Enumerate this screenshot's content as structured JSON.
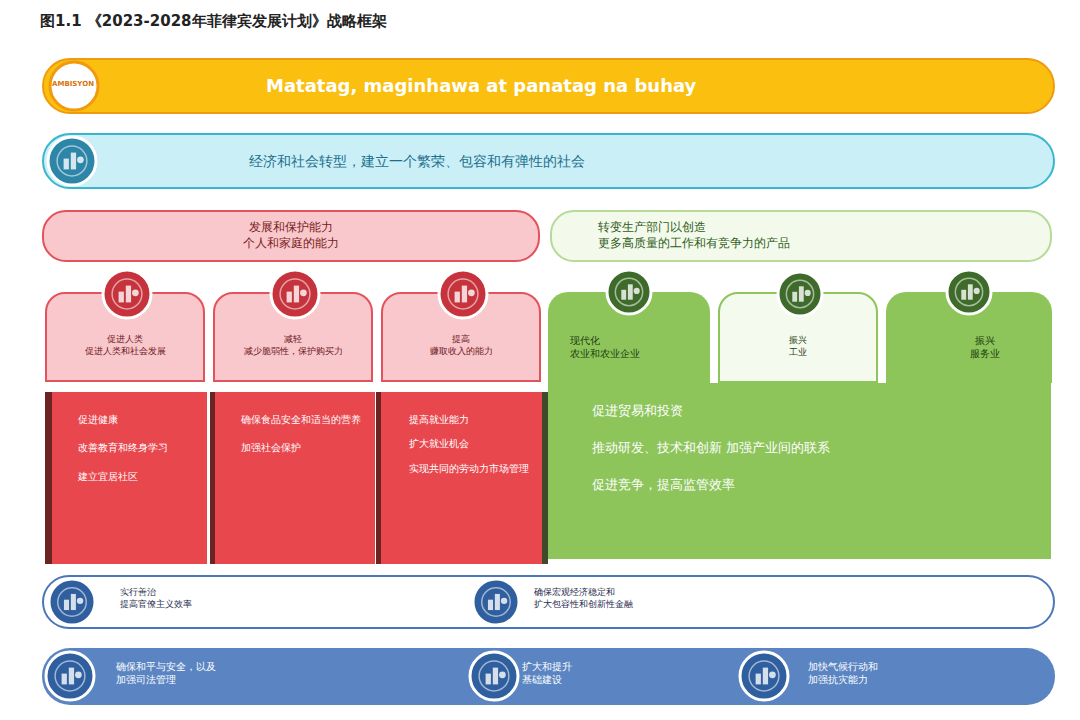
{
  "diagram": {
    "title": "图1.1 《2023-2028年菲律宾发展计划》战略框架",
    "nodes": [
      {
        "text": [
          "Matatag, maginhawa at panatag na buhay"
        ]
      },
      {
        "text": [
          "经济和社会转型，建立一个繁荣、包容和有弹性的社会"
        ]
      },
      {
        "text": [
          "发展和保护能力 个人和家庭的能力"
        ]
      },
      {
        "text": [
          "转变生产部门以创造 更多高质量的工作和有竞争力的产品"
        ]
      },
      {
        "text": [
          "促进人类 促进人类和社会发展"
        ]
      },
      {
        "text": [
          "减轻 减少脆弱性，保护购买力"
        ]
      },
      {
        "text": [
          "提高 赚取收入的能力"
        ]
      },
      {
        "text": [
          "现代化 农业和农业企业"
        ]
      },
      {
        "text": [
          "振兴 工业"
        ]
      },
      {
        "text": [
          "振兴 服务业"
        ]
      },
      {
        "text": [
          "促进健康",
          "改善教育和终身学习",
          "建立宜居社区"
        ]
      },
      {
        "text": [
          "确保食品安全和适当的营养",
          "加强社会保护"
        ]
      },
      {
        "text": [
          "提高就业能力",
          "扩大就业机会",
          "实现共同的劳动力市场管理"
        ]
      },
      {
        "text": [
          "促进贸易和投资",
          "推动研发、技术和创新 加强产业间的联系",
          "促进竞争，提高监管效率"
        ]
      },
      {
        "text": [
          "实行善治 提高官僚主义效率",
          "确保宏观经济稳定和 扩大包容性和创新性金融"
        ]
      },
      {
        "text": [
          "确保和平与安全，以及 加强司法管理",
          "扩大和提升 基础建设",
          "加快气候行动和 加强抗灾能力"
        ]
      }
    ],
    "labels": [
      "AMBISYON"
    ]
  }
}
